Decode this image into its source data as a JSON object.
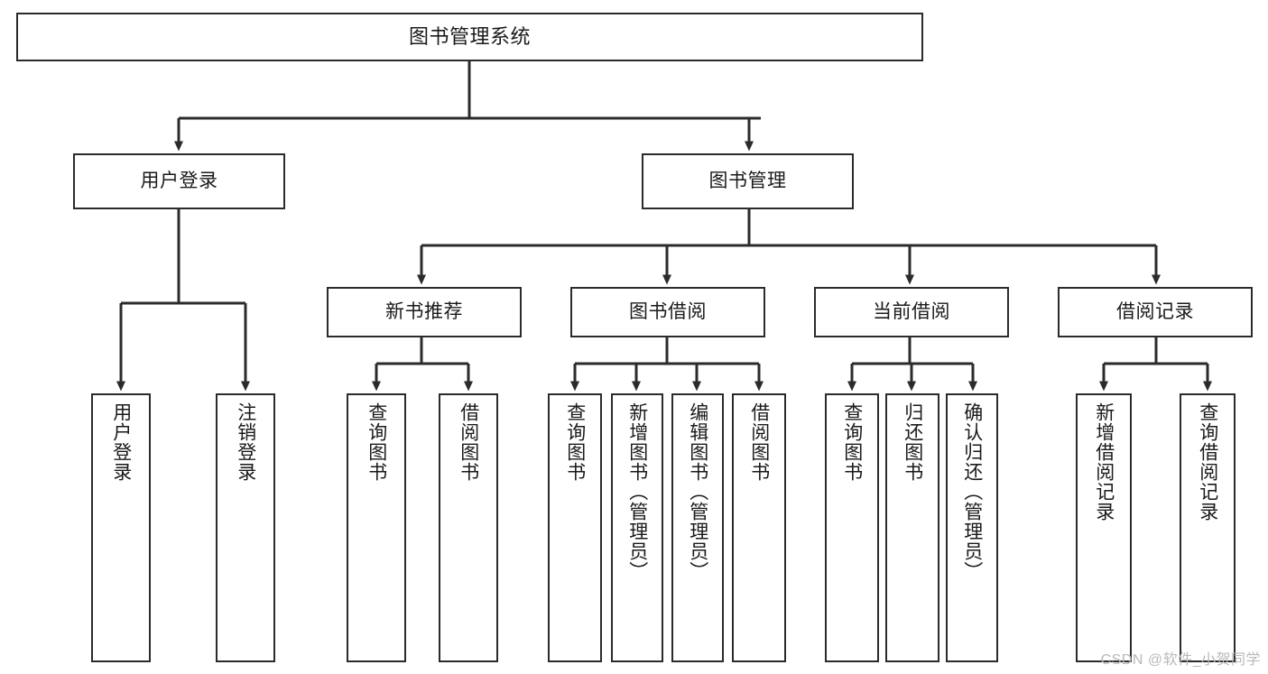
{
  "diagram": {
    "title_node": {
      "label": "图书管理系统"
    },
    "level2": [
      {
        "key": "user_login",
        "label": "用户登录"
      },
      {
        "key": "book_manage",
        "label": "图书管理"
      }
    ],
    "level3": [
      {
        "key": "new_book_rec",
        "label": "新书推荐"
      },
      {
        "key": "book_borrow",
        "label": "图书借阅"
      },
      {
        "key": "current_borrow",
        "label": "当前借阅"
      },
      {
        "key": "borrow_record",
        "label": "借阅记录"
      }
    ],
    "leaves": {
      "user_login": [
        {
          "label": "用户登录"
        },
        {
          "label": "注销登录"
        }
      ],
      "new_book_rec": [
        {
          "label": "查询图书"
        },
        {
          "label": "借阅图书"
        }
      ],
      "book_borrow": [
        {
          "label": "查询图书"
        },
        {
          "label": "新增图书（管理员）"
        },
        {
          "label": "编辑图书（管理员）"
        },
        {
          "label": "借阅图书"
        }
      ],
      "current_borrow": [
        {
          "label": "查询图书"
        },
        {
          "label": "归还图书"
        },
        {
          "label": "确认归还（管理员）"
        }
      ],
      "borrow_record": [
        {
          "label": "新增借阅记录"
        },
        {
          "label": "查询借阅记录"
        }
      ]
    }
  },
  "watermark": {
    "text": "CSDN @软件_小贺同学"
  },
  "colors": {
    "box_border": "#2b2b2b",
    "box_fill": "#ffffff",
    "connector": "#2b2b2b",
    "text": "#1a1a1a",
    "watermark": "#b9b9b9"
  }
}
